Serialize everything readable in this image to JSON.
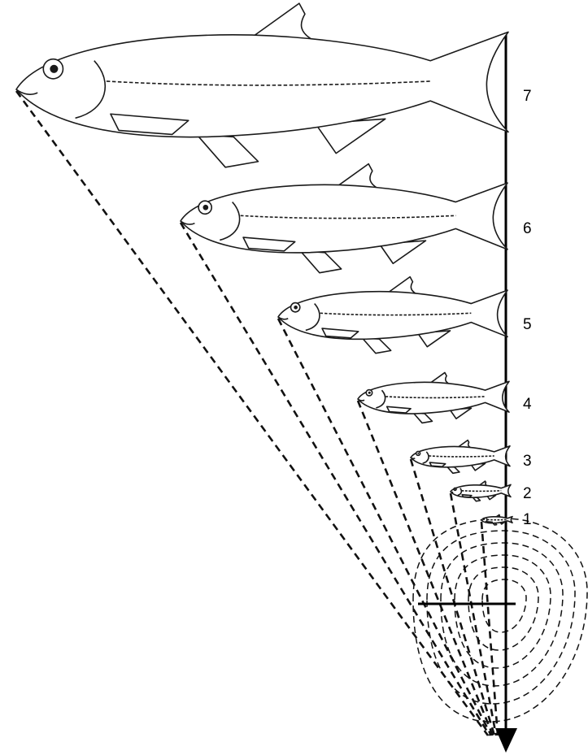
{
  "diagram": {
    "stages": [
      {
        "label": "1"
      },
      {
        "label": "2"
      },
      {
        "label": "3"
      },
      {
        "label": "4"
      },
      {
        "label": "5"
      },
      {
        "label": "6"
      },
      {
        "label": "7"
      }
    ],
    "colors": {
      "ink": "#000000",
      "background": "#ffffff"
    },
    "icons": [
      "fish-icon"
    ]
  }
}
